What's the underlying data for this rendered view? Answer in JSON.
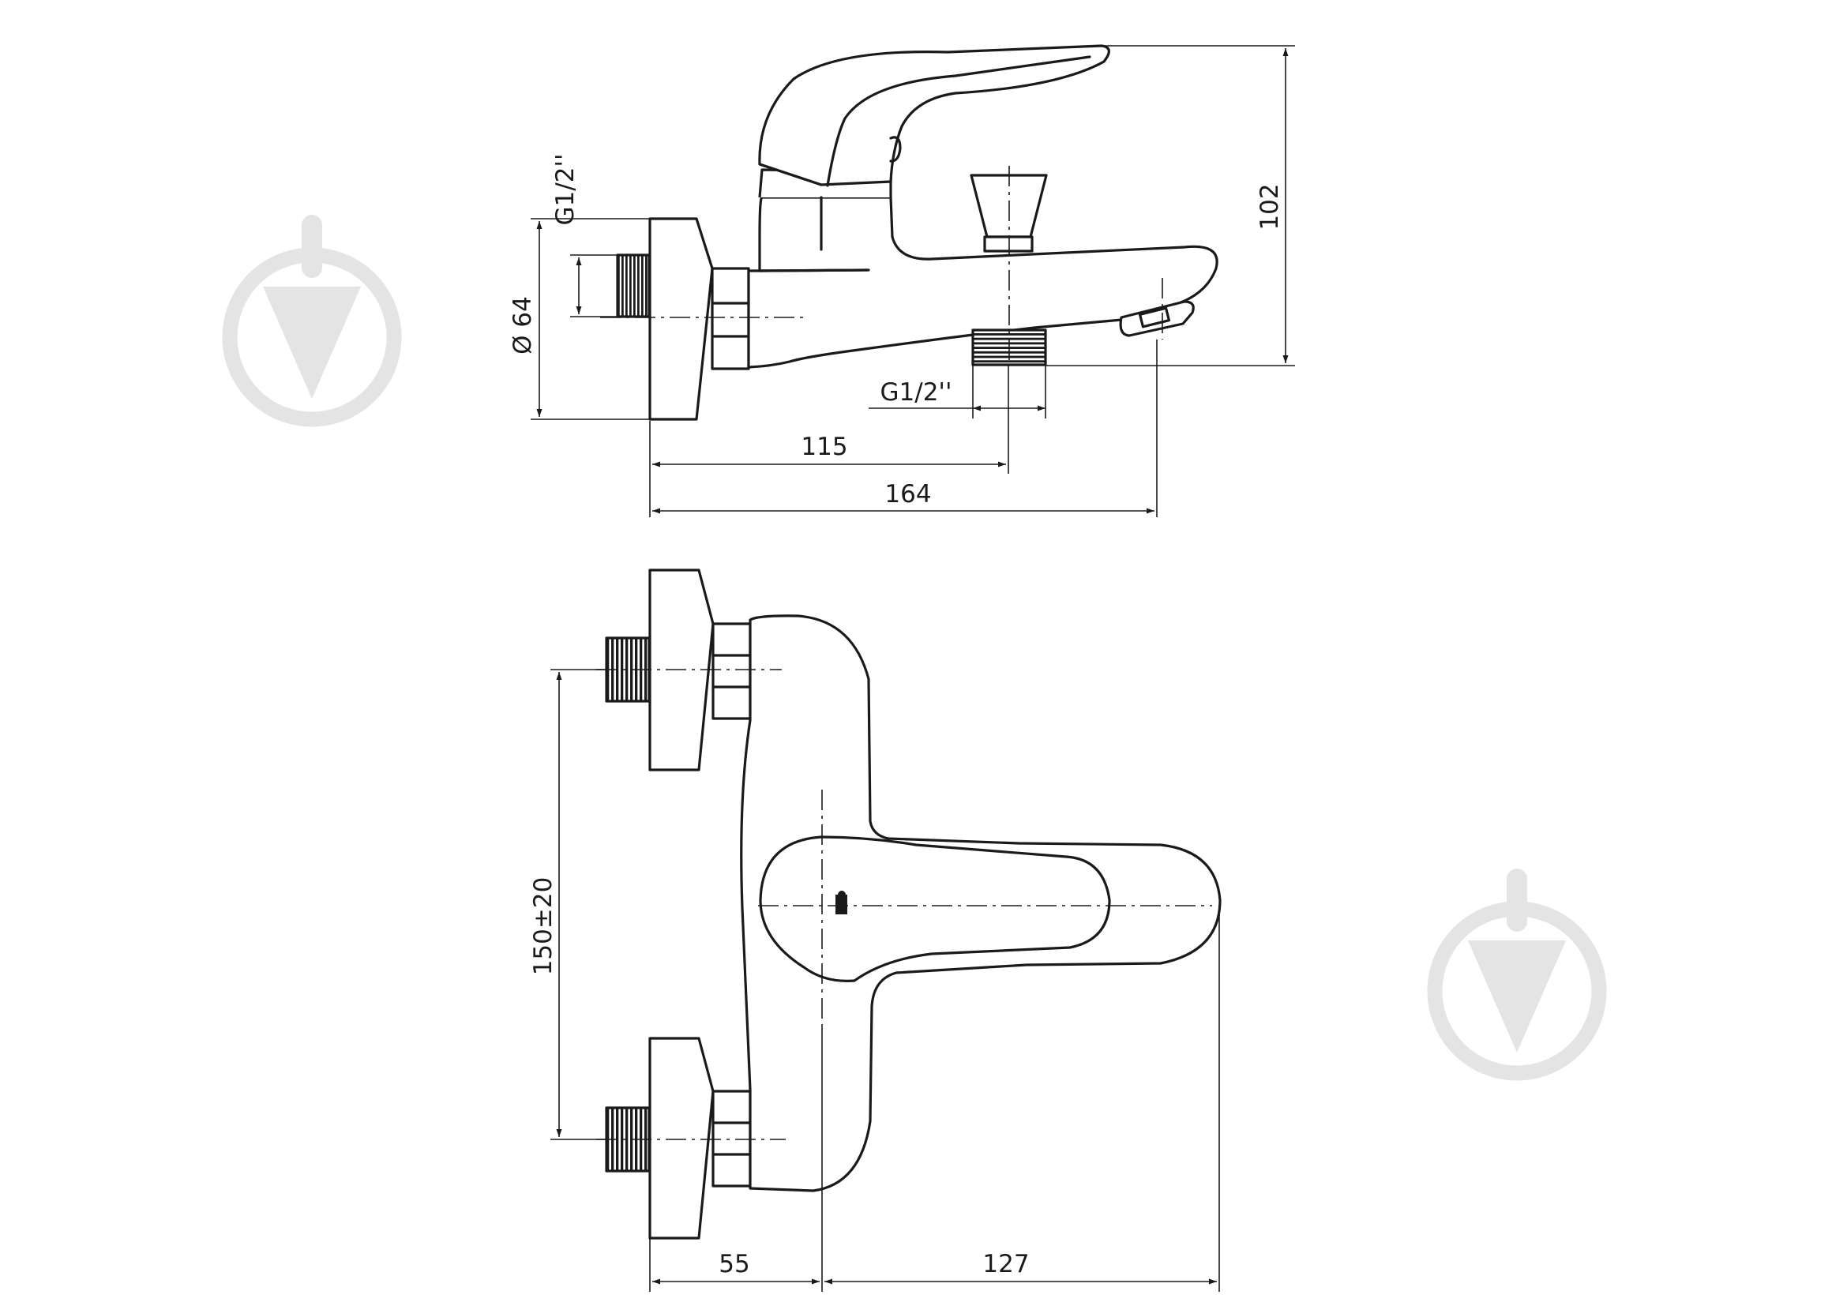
{
  "dimensions": {
    "side_view": {
      "g_half_inch_top": "G1/2''",
      "diameter_64": "Ø 64",
      "height_102": "102",
      "g_half_inch_bottom": "G1/2''",
      "length_115": "115",
      "length_164": "164"
    },
    "top_view": {
      "spacing_150_20": "150±20",
      "offset_55": "55",
      "reach_127": "127"
    }
  },
  "colors": {
    "line": "#1a1a1a",
    "watermark": "#e4e4e4",
    "background": "#ffffff"
  },
  "watermarks": [
    "watermark-logo-icon",
    "watermark-logo-icon"
  ]
}
